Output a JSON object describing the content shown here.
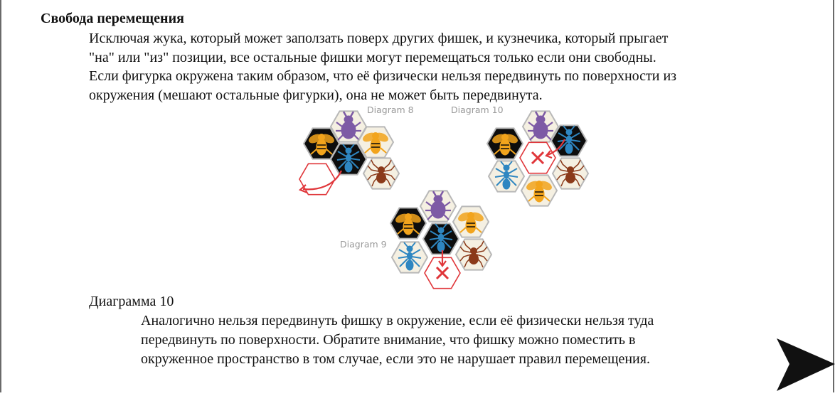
{
  "heading": "Свобода перемещения",
  "paragraph1": {
    "lines": [
      "Исключая жука, который может заползать поверх других фишек, и кузнечика, который прыгает",
      "\"на\" или \"из\" позиции, все остальные фишки могут перемещаться только если они свободны.",
      "Если фигурка окружена таким образом, что её физически нельзя передвинуть по поверхности из",
      "окружения (мешают остальные фигурки), она не может быть передвинута."
    ]
  },
  "figure": {
    "labels": {
      "diagram8": "Diagram 8",
      "diagram9": "Diagram 9",
      "diagram10": "Diagram 10"
    },
    "colors": {
      "tile_black": "#0d0d0d",
      "tile_cream": "#f5f0e2",
      "tile_border": "#b8b8b8",
      "beetle": "#7d5aa5",
      "bee": "#f2a41c",
      "ant": "#2e86c1",
      "spider": "#8b3a1a",
      "blocked": "#e0363a"
    },
    "icons": [
      "beetle-icon",
      "bee-icon",
      "ant-icon",
      "spider-icon",
      "blocked-x-icon",
      "move-arrow-icon"
    ]
  },
  "caption": "Диаграмма 10",
  "paragraph2": {
    "lines": [
      "Аналогично нельзя передвинуть фишку в окружение, если её физически нельзя туда",
      "передвинуть по поверхности. Обратите внимание, что фишку можно поместить в",
      "окруженное пространство в том случае, если это не нарушает правил перемещения."
    ]
  },
  "navigation": {
    "next_icon": "next-page-arrow-icon",
    "color": "#111111"
  }
}
